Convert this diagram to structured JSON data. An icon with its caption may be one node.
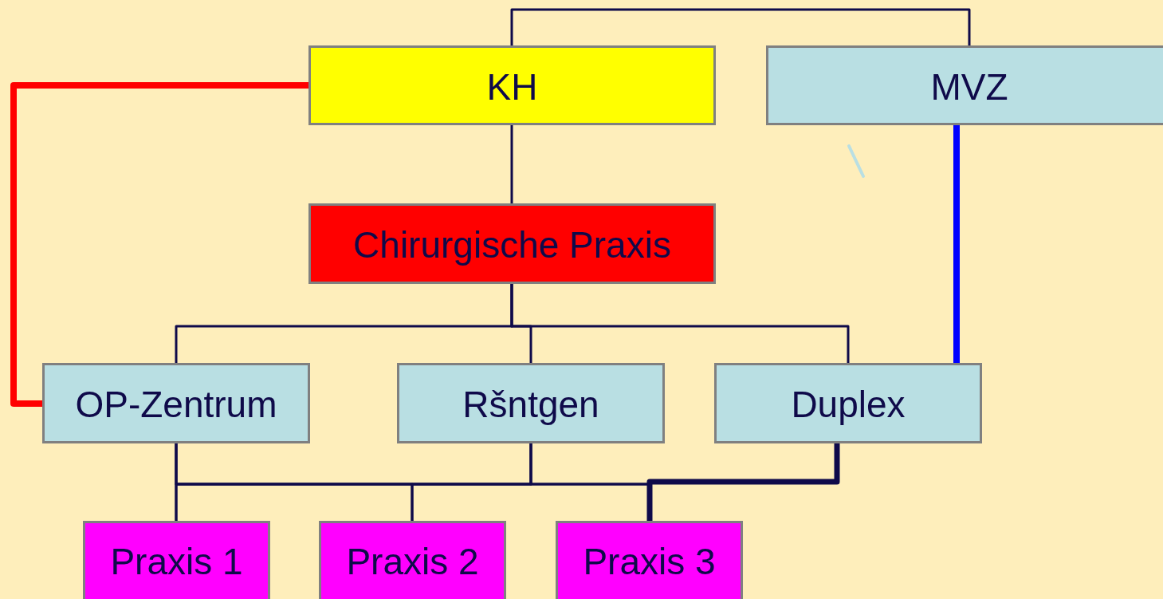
{
  "diagram": {
    "nodes": [
      {
        "text": [
          "KH"
        ]
      },
      {
        "text": [
          "MVZ"
        ]
      },
      {
        "text": [
          "Chirurgische Praxis"
        ]
      },
      {
        "text": [
          "OP-Zentrum"
        ]
      },
      {
        "text": [
          "Ršntgen"
        ]
      },
      {
        "text": [
          "Duplex"
        ]
      },
      {
        "text": [
          "Praxis 1"
        ]
      },
      {
        "text": [
          "Praxis 2"
        ]
      },
      {
        "text": [
          "Praxis 3"
        ]
      }
    ],
    "edges": [
      {
        "from": 0,
        "to": 1,
        "arrow": "none"
      },
      {
        "from": 0,
        "to": 2,
        "arrow": "none"
      },
      {
        "from": 0,
        "to": 3,
        "arrow": "none",
        "style": "thick",
        "color": "#ff0000"
      },
      {
        "from": 1,
        "to": 5,
        "arrow": "none",
        "style": "thick",
        "color": "#0000ff"
      },
      {
        "from": 2,
        "to": 3,
        "arrow": "none"
      },
      {
        "from": 2,
        "to": 4,
        "arrow": "none"
      },
      {
        "from": 2,
        "to": 5,
        "arrow": "none"
      },
      {
        "from": 3,
        "to": 6,
        "arrow": "none"
      },
      {
        "from": 3,
        "to": 7,
        "arrow": "none"
      },
      {
        "from": 3,
        "to": 8,
        "arrow": "none"
      },
      {
        "from": 4,
        "to": 6,
        "arrow": "none"
      },
      {
        "from": 4,
        "to": 7,
        "arrow": "none"
      },
      {
        "from": 4,
        "to": 8,
        "arrow": "none"
      },
      {
        "from": 5,
        "to": 8,
        "arrow": "none",
        "style": "thick"
      }
    ]
  }
}
